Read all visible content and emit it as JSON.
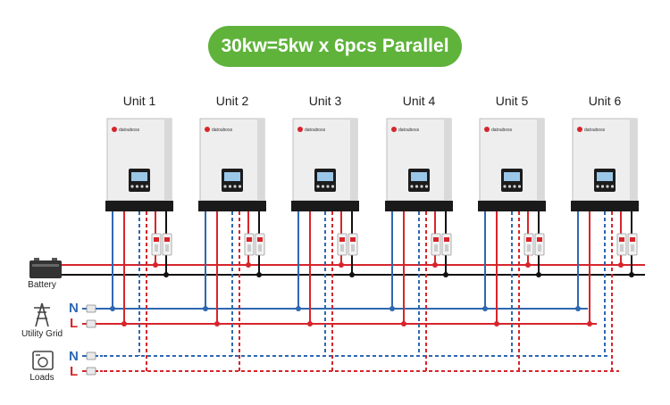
{
  "title": "30kw=5kw x 6pcs Parallel",
  "units": [
    {
      "label": "Unit 1",
      "brand": "datouboss"
    },
    {
      "label": "Unit 2",
      "brand": "datouboss"
    },
    {
      "label": "Unit 3",
      "brand": "datouboss"
    },
    {
      "label": "Unit 4",
      "brand": "datouboss"
    },
    {
      "label": "Unit 5",
      "brand": "datouboss"
    },
    {
      "label": "Unit 6",
      "brand": "datouboss"
    }
  ],
  "left_labels": {
    "battery": "Battery",
    "utility_grid": "Utility Grid",
    "loads": "Loads",
    "grid_n": "N",
    "grid_l": "L",
    "load_n": "N",
    "load_l": "L"
  },
  "colors": {
    "title_green": "#5fb33b",
    "neutral_blue": "#2e68b1",
    "line_red": "#d7252b",
    "battery_black": "#111111",
    "inverter_body": "#eeeeee",
    "inverter_base": "#1a1a1a"
  }
}
